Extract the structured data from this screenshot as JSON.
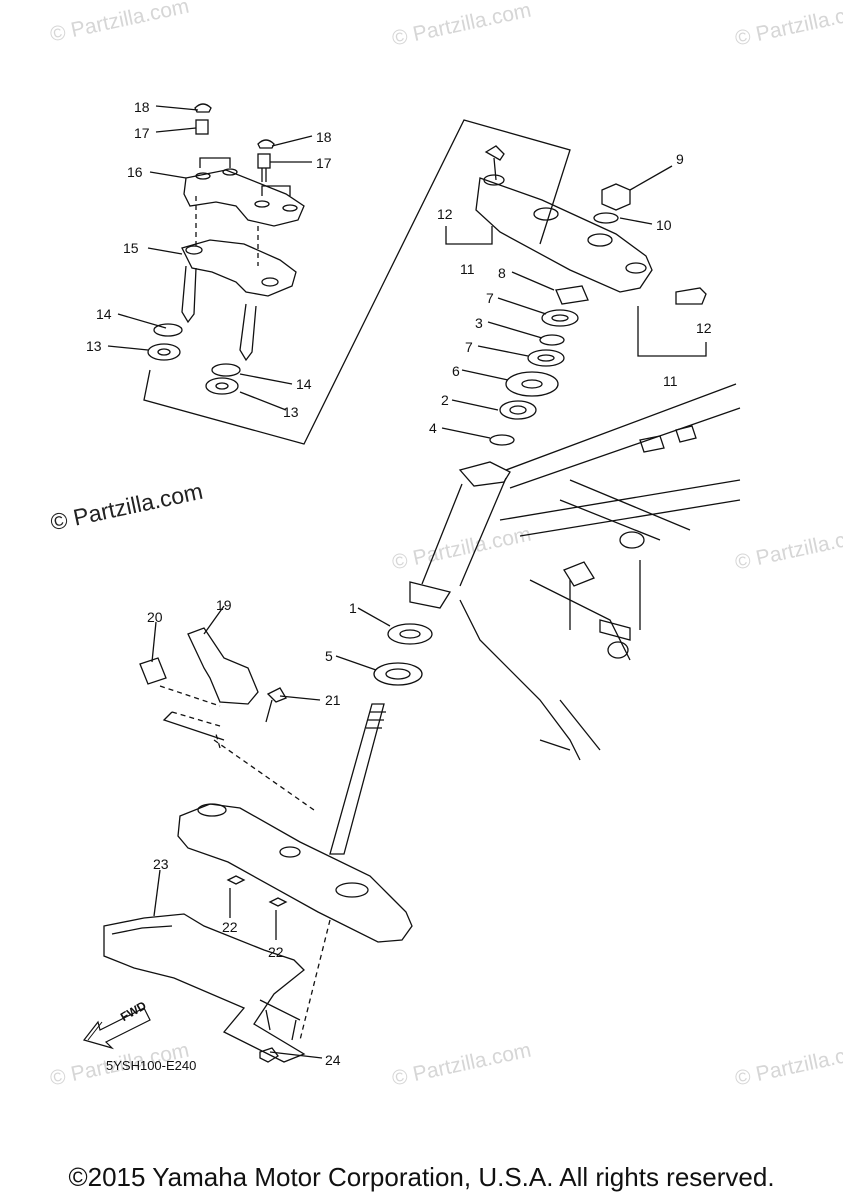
{
  "watermark_text": "© Partzilla.com",
  "brand_watermark": "© Partzilla.com",
  "diagram_code": "5YSH100-E240",
  "fwd_label": "FWD",
  "copyright": "©2015 Yamaha Motor Corporation, U.S.A. All rights reserved.",
  "callouts": [
    "18",
    "17",
    "18",
    "17",
    "16",
    "15",
    "14",
    "13",
    "14",
    "13",
    "12",
    "11",
    "9",
    "10",
    "8",
    "7",
    "3",
    "7",
    "6",
    "2",
    "4",
    "12",
    "11",
    "1",
    "5",
    "20",
    "19",
    "21",
    "23",
    "22",
    "22",
    "24"
  ]
}
